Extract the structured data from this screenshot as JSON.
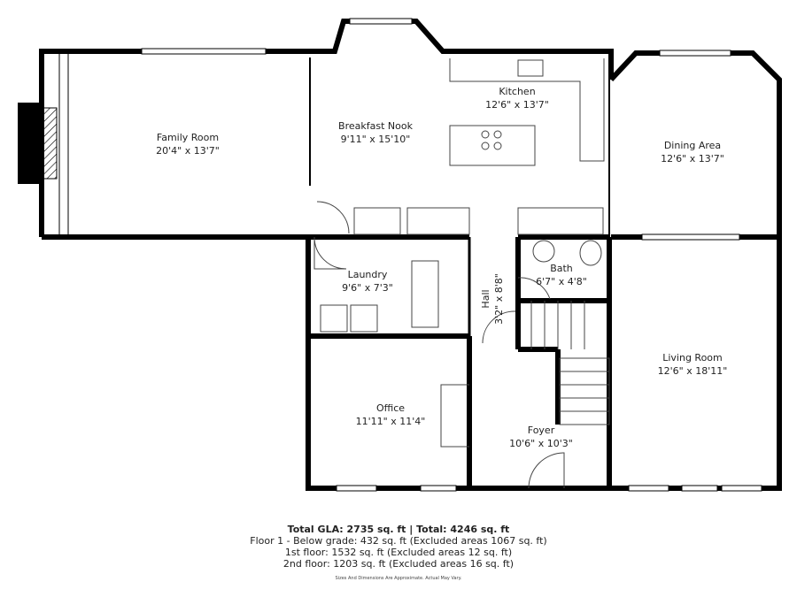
{
  "rooms": {
    "family_room": {
      "name": "Family Room",
      "dims": "20'4\" x 13'7\""
    },
    "breakfast_nook": {
      "name": "Breakfast Nook",
      "dims": "9'11\" x 15'10\""
    },
    "kitchen": {
      "name": "Kitchen",
      "dims": "12'6\" x 13'7\""
    },
    "dining_area": {
      "name": "Dining Area",
      "dims": "12'6\" x 13'7\""
    },
    "laundry": {
      "name": "Laundry",
      "dims": "9'6\" x 7'3\""
    },
    "bath": {
      "name": "Bath",
      "dims": "6'7\" x 4'8\""
    },
    "hall": {
      "name": "Hall",
      "dims": "3'2\" x 8'8\""
    },
    "living_room": {
      "name": "Living Room",
      "dims": "12'6\" x 18'11\""
    },
    "office": {
      "name": "Office",
      "dims": "11'11\" x 11'4\""
    },
    "foyer": {
      "name": "Foyer",
      "dims": "10'6\" x 10'3\""
    }
  },
  "summary": {
    "total": "Total GLA: 2735 sq. ft | Total: 4246 sq. ft",
    "floor1_below": "Floor 1 - Below grade: 432 sq. ft (Excluded areas 1067 sq. ft)",
    "first_floor": "1st floor: 1532 sq. ft (Excluded areas 12 sq. ft)",
    "second_floor": "2nd floor: 1203 sq. ft (Excluded areas 16 sq. ft)",
    "disclaimer": "Sizes And Dimensions Are Approximate. Actual May Vary."
  }
}
